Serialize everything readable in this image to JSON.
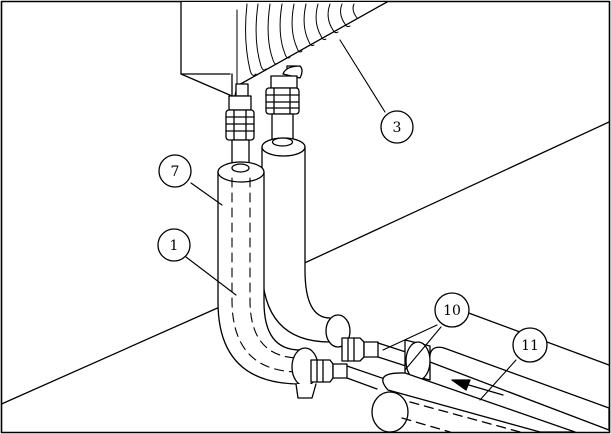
{
  "callouts": [
    {
      "label": "3"
    },
    {
      "label": "7"
    },
    {
      "label": "1"
    },
    {
      "label": "10"
    },
    {
      "label": "11"
    }
  ]
}
